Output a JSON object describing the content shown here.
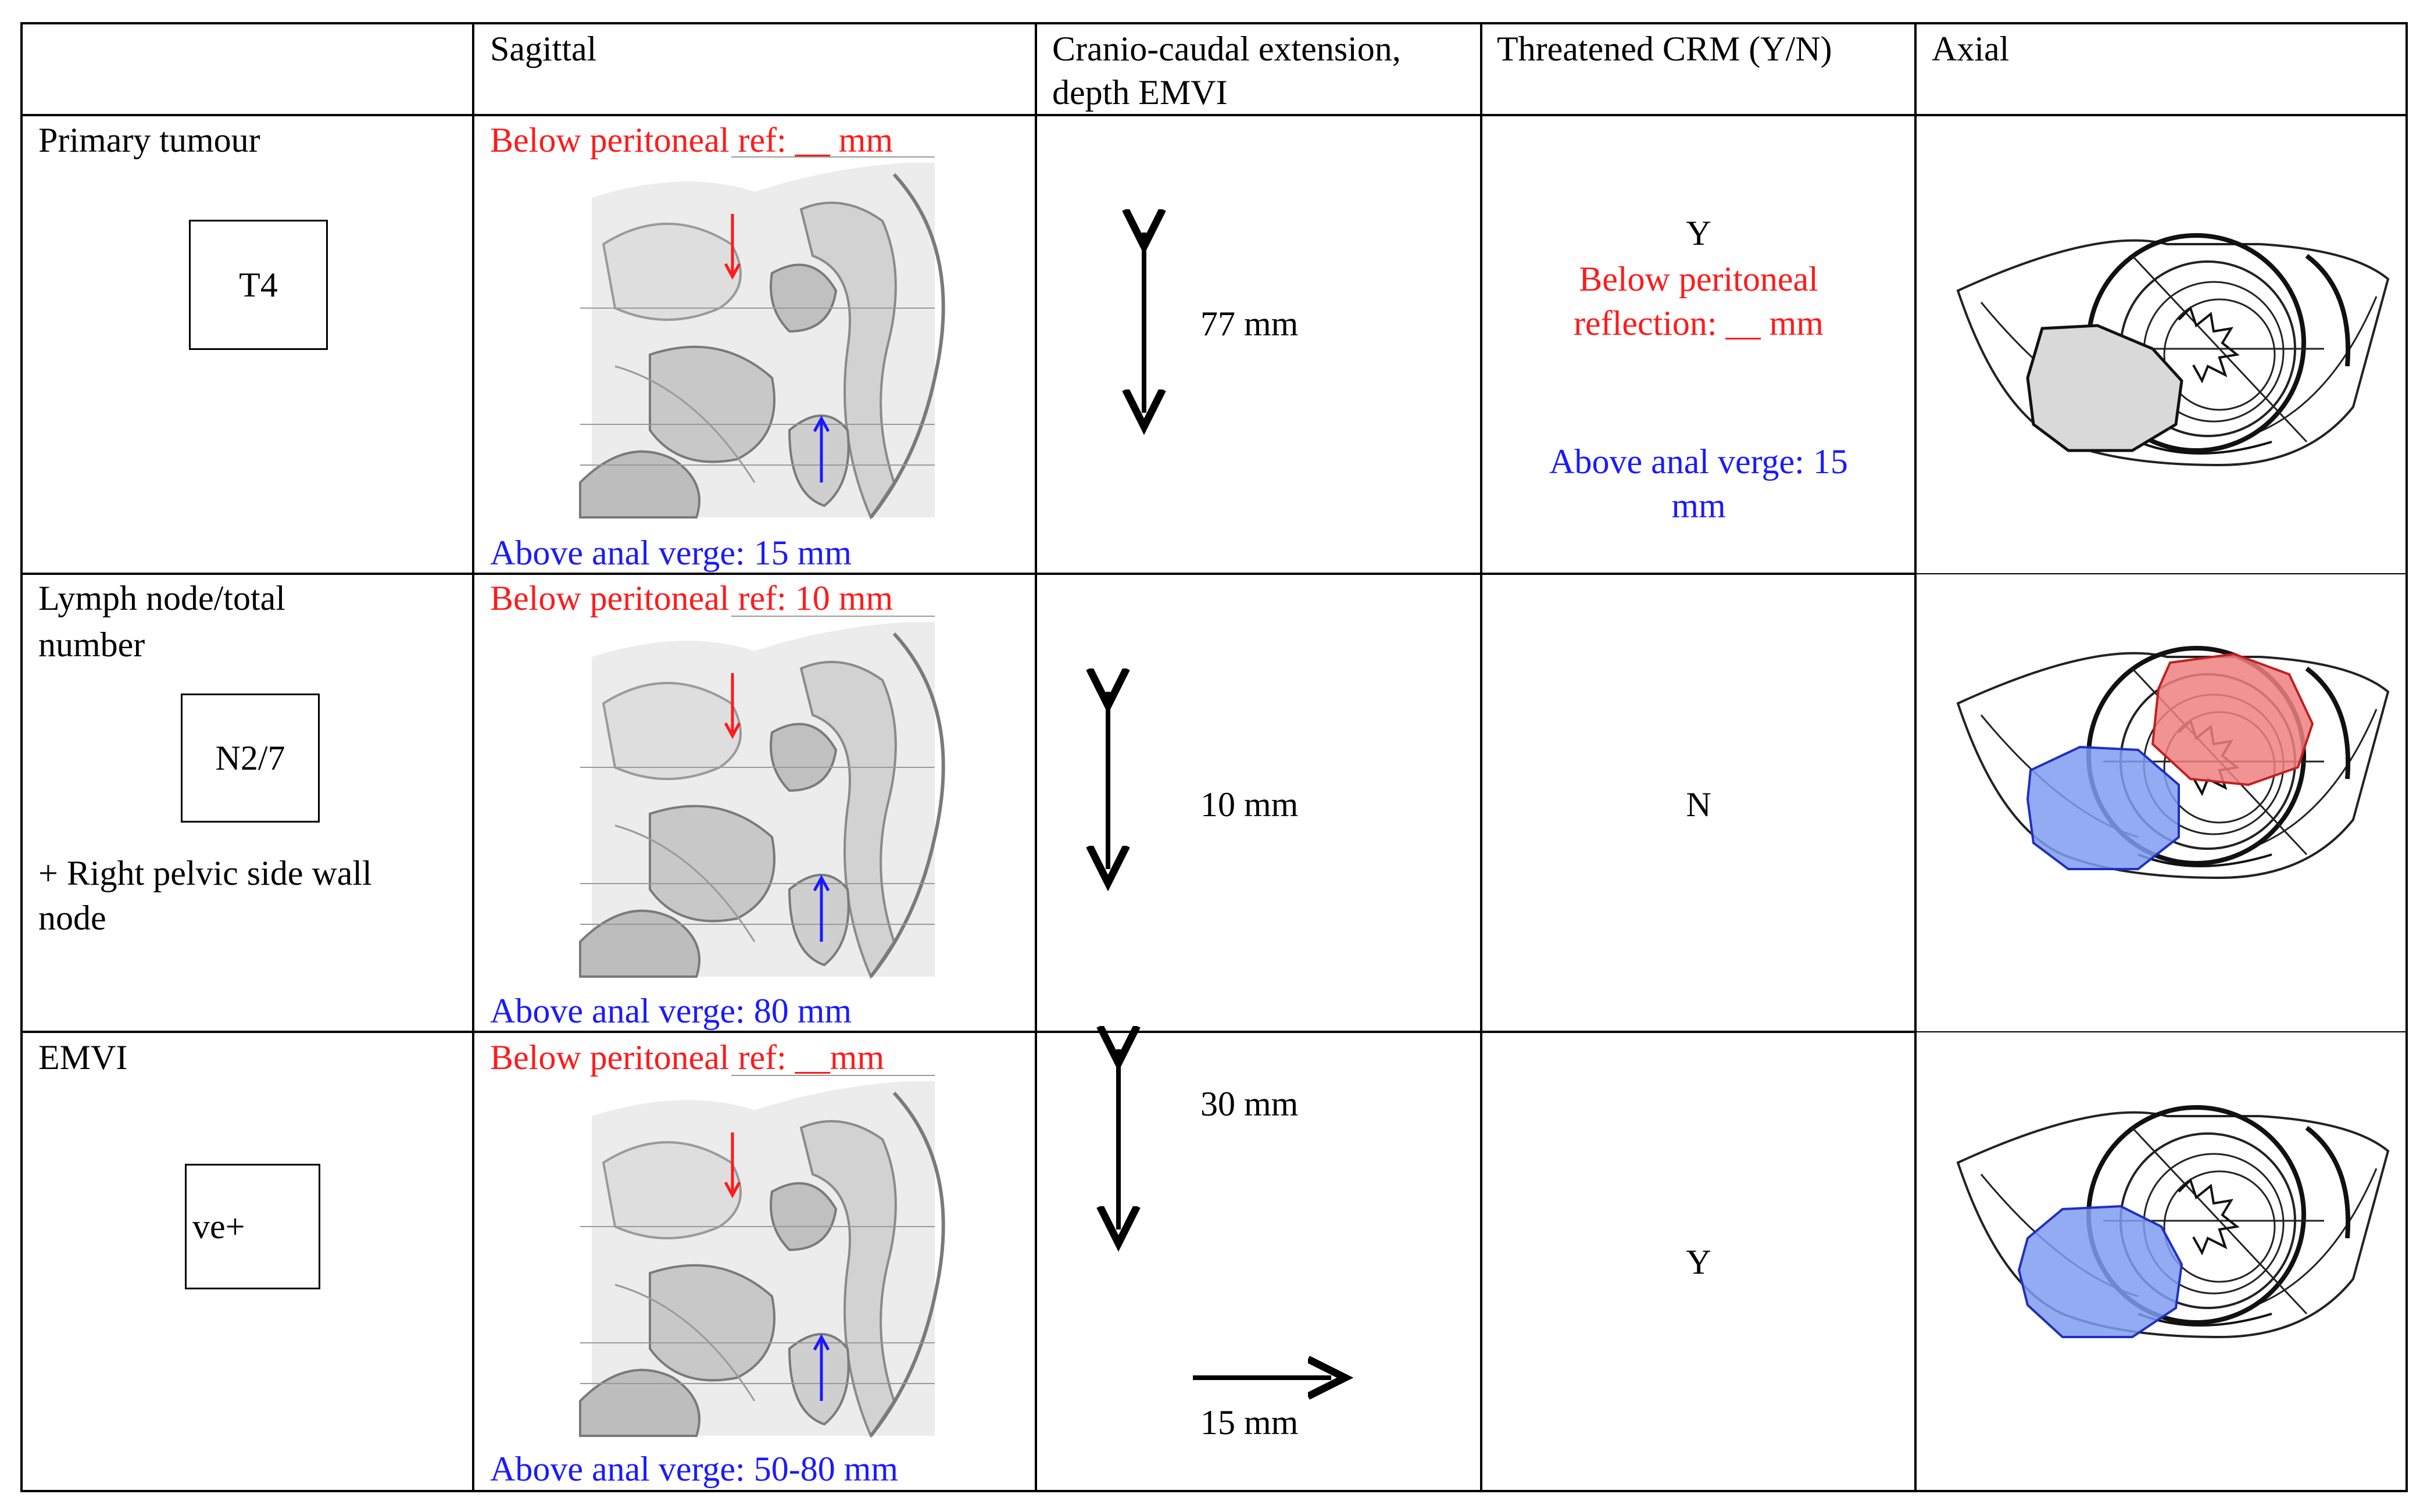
{
  "table": {
    "headers": {
      "sagittal": "Sagittal",
      "extension_line1": "Cranio-caudal extension,",
      "extension_line2": "depth EMVI",
      "crm": "Threatened CRM (Y/N)",
      "axial": "Axial"
    },
    "rows": [
      {
        "label": "Primary tumour",
        "stage": "T4",
        "below_ref": "Below peritoneal ref: __ mm",
        "above_verge": "Above anal verge:  15 mm",
        "extension": "77 mm",
        "crm_value": "Y",
        "crm_below_line1": "Below peritoneal",
        "crm_below_line2": "reflection: __ mm",
        "crm_above_line1": "Above anal verge: 15",
        "crm_above_line2": "mm"
      },
      {
        "label_line1": "Lymph node/total",
        "label_line2": "number",
        "stage": "N2/7",
        "note_line1": " + Right pelvic side wall",
        "note_line2": "node",
        "below_ref": "Below peritoneal ref: 10 mm",
        "above_verge": "Above anal verge:  80 mm",
        "extension": "10 mm",
        "crm_value": "N"
      },
      {
        "label": "EMVI",
        "stage": "ve+",
        "below_ref": "Below peritoneal ref: __mm",
        "above_verge": "Above anal verge:  50-80 mm",
        "extension": "30 mm",
        "depth": "15 mm",
        "crm_value": "Y"
      }
    ]
  },
  "colors": {
    "cranial_ref": "#ff1a1a",
    "anal_verge_ref": "#1a1aff",
    "tumour_fill": "#d9d9d9",
    "node_red": "#f08080",
    "node_blue": "#7f9cf0"
  },
  "icons": [
    "sagittal-pelvis-diagram",
    "axial-rectum-diagram",
    "double-arrow-icon",
    "arrow-right-icon"
  ]
}
